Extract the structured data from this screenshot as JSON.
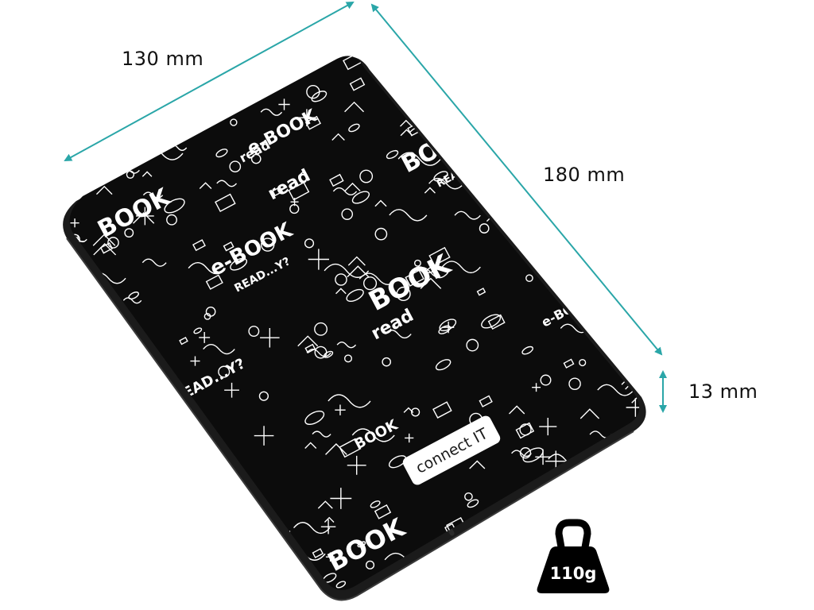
{
  "dimensions": {
    "width_label": "130 mm",
    "height_label": "180 mm",
    "depth_label": "13 mm"
  },
  "weight": {
    "label": "110g",
    "icon": "weight-icon"
  },
  "cover": {
    "brand_text": "connect IT",
    "pattern_words": [
      "BOOK",
      "e-BOOK",
      "read",
      "READ...Y?",
      "READ"
    ]
  },
  "colors": {
    "dimension_arrow": "#2aa6a8",
    "cover": "#0c0c0c",
    "case": "#1b1b1b",
    "doodle": "#ffffff"
  }
}
